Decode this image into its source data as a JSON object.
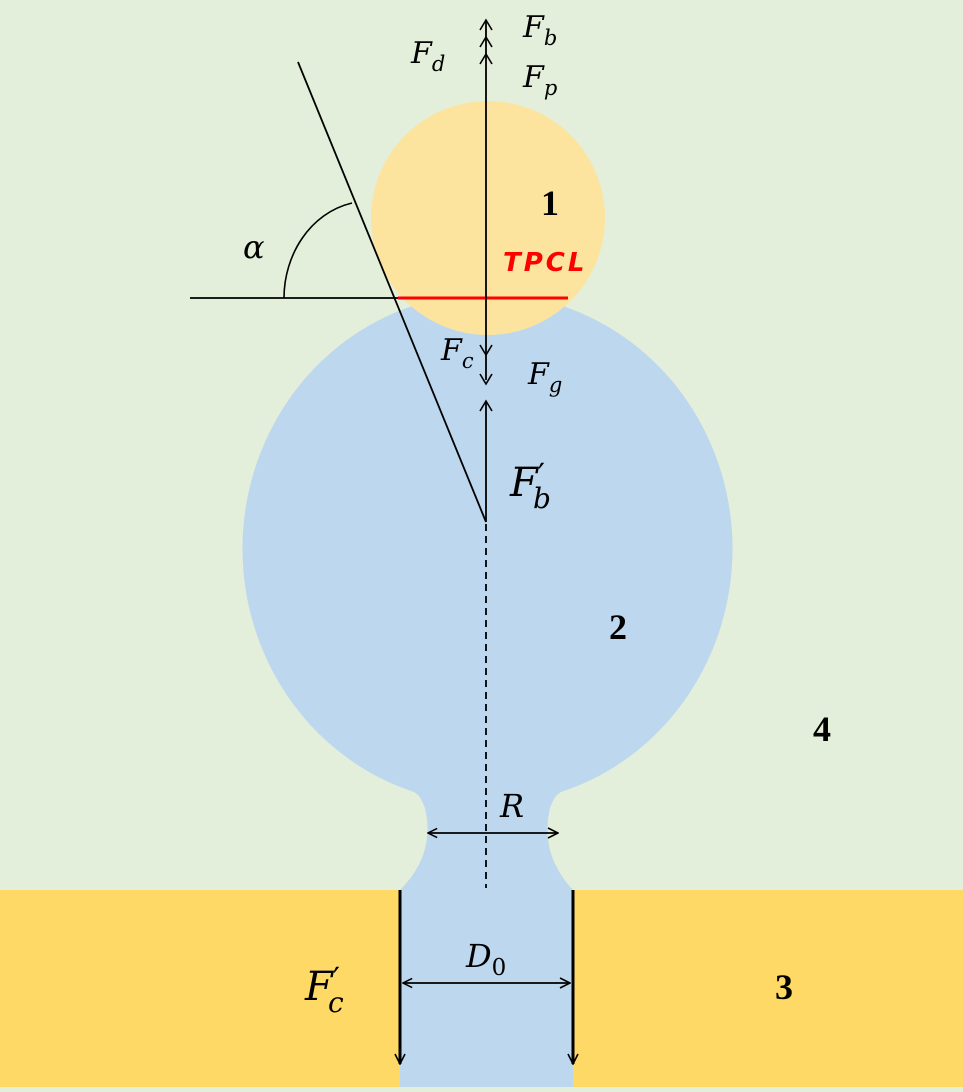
{
  "labels": {
    "region_1": "1",
    "region_2": "2",
    "region_3": "3",
    "region_4": "4",
    "tpcl": "TPCL",
    "alpha": "α",
    "F": "F",
    "sub_d": "d",
    "sub_b": "b",
    "sub_p": "p",
    "sub_c": "c",
    "sub_g": "g",
    "prime": "′",
    "R": "R",
    "D": "D",
    "sub_0": "0"
  },
  "colors": {
    "background": "#E3EFDA",
    "bubble": "#FDE49E",
    "droplet": "#BDD7EE",
    "substrate": "#FFD966",
    "tpcl_line": "#FF0000",
    "lines": "#000000"
  }
}
